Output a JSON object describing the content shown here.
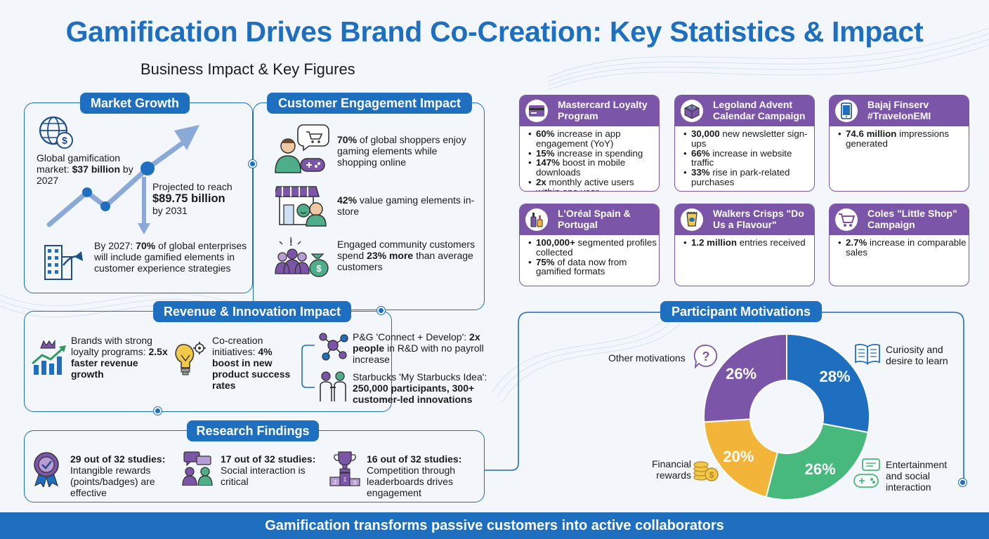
{
  "title": "Gamification Drives Brand Co-Creation: Key Statistics & Impact",
  "subtitle": "Business Impact & Key Figures",
  "market_growth": {
    "heading": "Market Growth",
    "stat1_pre": "Global gamification market: ",
    "stat1_val": "$37 billion",
    "stat1_post": " by 2027",
    "stat2_pre": "Projected to reach",
    "stat2_val": "$89.75 billion",
    "stat2_post": "by 2031",
    "stat3_pre": "By 2027: ",
    "stat3_val": "70%",
    "stat3_post": " of global enterprises will include gamified elements in customer experience strategies"
  },
  "engagement": {
    "heading": "Customer Engagement Impact",
    "item1_val": "70%",
    "item1_text": " of global shoppers enjoy gaming elements while shopping online",
    "item2_val": "42%",
    "item2_text": " value gaming elements in-store",
    "item3_pre": "Engaged community customers spend ",
    "item3_val": "23% more",
    "item3_post": " than average customers"
  },
  "revenue": {
    "heading": "Revenue & Innovation Impact",
    "item1_pre": "Brands with strong loyalty programs: ",
    "item1_val": "2.5x faster revenue growth",
    "item2_pre": "Co-creation initiatives: ",
    "item2_val": "4% boost in new product success rates",
    "item3_pre": "P&G 'Connect + Develop': ",
    "item3_val": "2x people",
    "item3_post": " in R&D with no payroll increase",
    "item4_pre": "Starbucks 'My Starbucks Idea': ",
    "item4_val": "250,000 participants, 300+ customer-led innovations"
  },
  "research": {
    "heading": "Research Findings",
    "f1_val": "29 out of 32 studies:",
    "f1_text": "Intangible rewards (points/badges) are effective",
    "f2_val": "17 out of 32 studies:",
    "f2_text": "Social interaction is critical",
    "f3_val": "16 out of 32 studies:",
    "f3_text": "Competition through leaderboards drives engagement"
  },
  "cases": [
    {
      "title": "Mastercard Loyalty Program",
      "icon": "credit-card-icon",
      "bullets": [
        [
          "60%",
          " increase in app engagement (YoY)"
        ],
        [
          "15%",
          " increase in spending"
        ],
        [
          "147%",
          " boost in mobile downloads"
        ],
        [
          "2x",
          " monthly active users within one year"
        ]
      ]
    },
    {
      "title": "Legoland Advent Calendar Campaign",
      "icon": "lego-brick-icon",
      "bullets": [
        [
          "30,000",
          " new newsletter sign-ups"
        ],
        [
          "66%",
          " increase in website traffic"
        ],
        [
          "33%",
          " rise in park-related purchases"
        ]
      ]
    },
    {
      "title": "Bajaj Finserv #TravelonEMI",
      "icon": "phone-icon",
      "bullets": [
        [
          "74.6 million",
          " impressions generated"
        ]
      ]
    },
    {
      "title": "L'Oréal Spain & Portugal",
      "icon": "cosmetics-icon",
      "bullets": [
        [
          "100,000+",
          " segmented profiles collected"
        ],
        [
          "75%",
          " of data now from gamified formats"
        ]
      ]
    },
    {
      "title": "Walkers Crisps \"Do Us a Flavour\"",
      "icon": "crisps-bag-icon",
      "bullets": [
        [
          "1.2 million",
          " entries received"
        ]
      ]
    },
    {
      "title": "Coles \"Little Shop\" Campaign",
      "icon": "shopping-cart-icon",
      "bullets": [
        [
          "2.7%",
          " increase in comparable sales"
        ]
      ]
    }
  ],
  "motivations": {
    "heading": "Participant Motivations",
    "labels": {
      "curiosity": "Curiosity and desire to learn",
      "entertainment": "Entertainment and social interaction",
      "financial": "Financial rewards",
      "other": "Other motivations"
    }
  },
  "chart_data": {
    "type": "pie",
    "categories": [
      "Curiosity and desire to learn",
      "Entertainment and social interaction",
      "Financial rewards",
      "Other motivations"
    ],
    "values": [
      28,
      26,
      20,
      26
    ],
    "value_labels": [
      "28%",
      "26%",
      "20%",
      "26%"
    ],
    "colors": [
      "#1f6fc0",
      "#47b97d",
      "#f2b53a",
      "#7b55a8"
    ]
  },
  "footer": "Gamification transforms passive customers into active collaborators"
}
